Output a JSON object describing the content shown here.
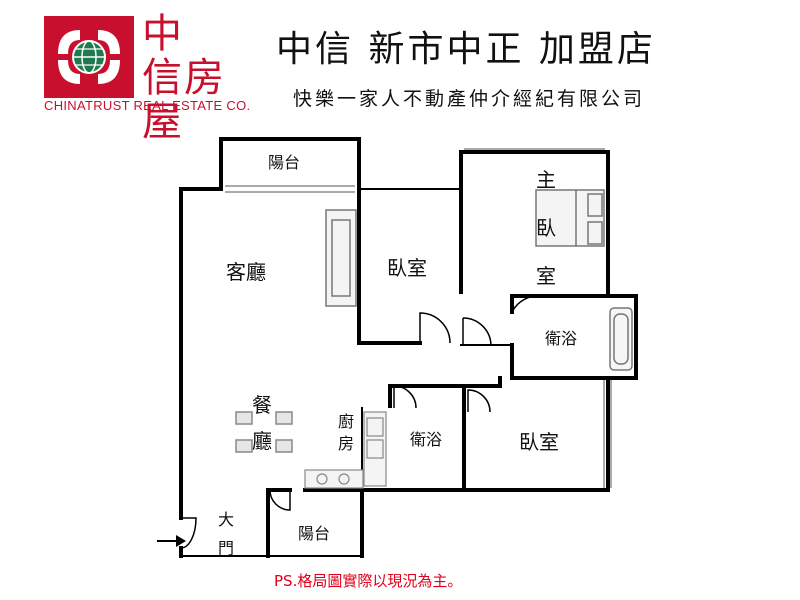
{
  "header": {
    "logo_cn_line1": "中",
    "logo_cn_line2": "信房屋",
    "logo_en": "CHINATRUST REAL ESTATE CO.",
    "store_name": "中信  新市中正  加盟店",
    "company": "快樂一家人不動產仲介經紀有限公司",
    "brand_color": "#c8102e"
  },
  "rooms": {
    "balcony_top": "陽台",
    "living_room": "客廳",
    "bedroom_1": "臥室",
    "master_1": "主",
    "master_2": "臥",
    "master_3": "室",
    "bath_master": "衛浴",
    "dining_1": "餐",
    "dining_2": "廳",
    "kitchen_1": "廚",
    "kitchen_2": "房",
    "bath_2": "衛浴",
    "bedroom_2": "臥室",
    "entrance_1": "大",
    "entrance_2": "門",
    "balcony_bottom": "陽台"
  },
  "footer": {
    "note": "PS.格局圖實際以現況為主。",
    "note_color": "#e0001b"
  }
}
